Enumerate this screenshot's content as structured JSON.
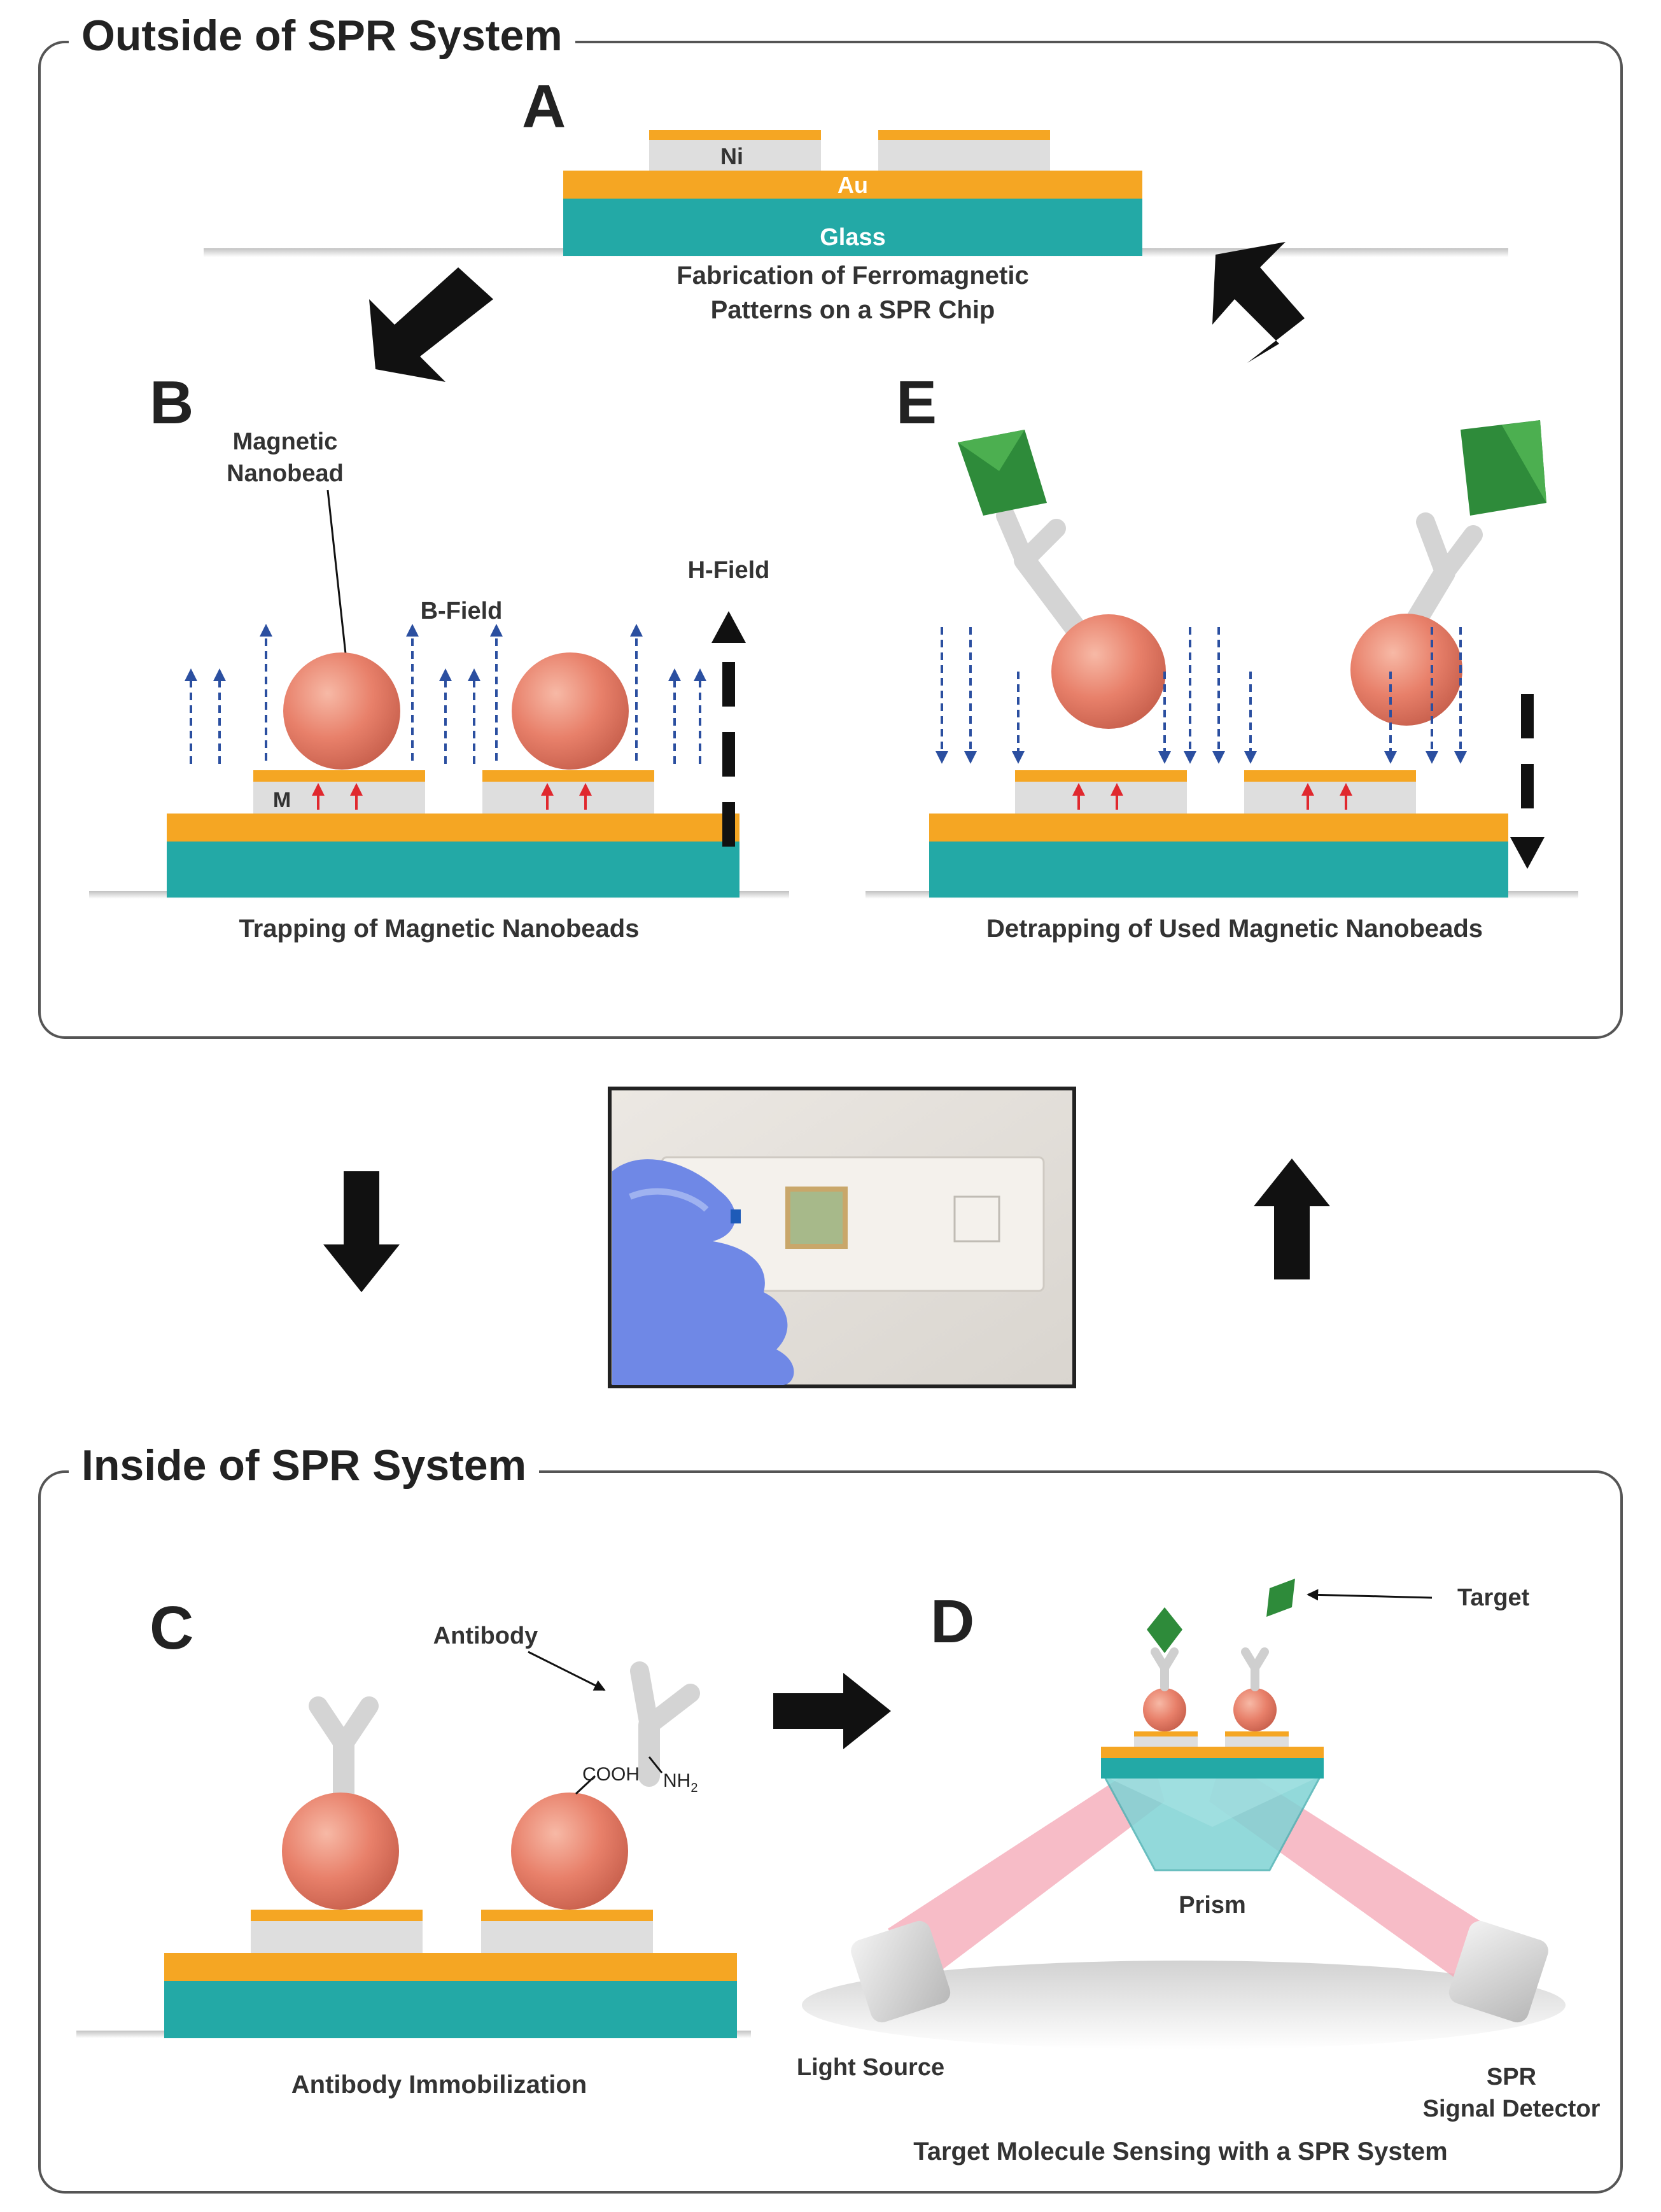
{
  "sections": {
    "outside_title": "Outside of SPR System",
    "inside_title": "Inside of SPR System"
  },
  "panels": {
    "a": {
      "letter": "A",
      "layer_ni": "Ni",
      "layer_au": "Au",
      "layer_glass": "Glass",
      "caption_line1": "Fabrication of Ferromagnetic",
      "caption_line2": "Patterns on a SPR Chip"
    },
    "b": {
      "letter": "B",
      "nanobead_label_line1": "Magnetic",
      "nanobead_label_line2": "Nanobead",
      "b_field_label": "B-Field",
      "h_field_label": "H-Field",
      "magnet_label": "M",
      "caption": "Trapping of Magnetic Nanobeads"
    },
    "e": {
      "letter": "E",
      "caption": "Detrapping of Used Magnetic Nanobeads"
    },
    "c": {
      "letter": "C",
      "antibody_label": "Antibody",
      "cooh_label": "COOH",
      "nh2_label": "NH",
      "nh2_subscript": "2",
      "caption": "Antibody Immobilization"
    },
    "d": {
      "letter": "D",
      "target_label": "Target",
      "prism_label": "Prism",
      "light_source_label": "Light Source",
      "detector_label_line1": "SPR",
      "detector_label_line2": "Signal Detector",
      "caption": "Target Molecule Sensing with a SPR System"
    }
  },
  "colors": {
    "gold": "#f5a623",
    "teal": "#23a9a6",
    "nickel": "#dedede",
    "bead": "#e8806a",
    "field_arrow": "#2b4fa0",
    "magnet_arrow": "#e0282e",
    "target": "#2e8b3a",
    "beam": "#f4a6b4"
  }
}
